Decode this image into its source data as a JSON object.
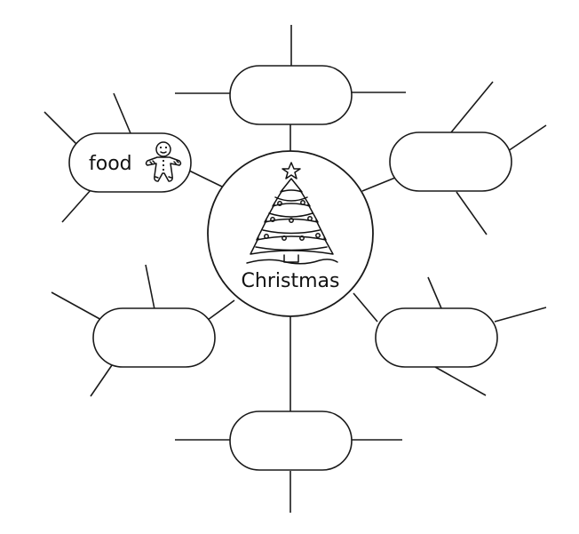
{
  "hub": {
    "label": "Christmas",
    "icon": "christmas-tree-icon"
  },
  "nodes": [
    {
      "id": "top",
      "label": ""
    },
    {
      "id": "upper-left",
      "label": "food",
      "icon": "gingerbread-man-icon"
    },
    {
      "id": "upper-right",
      "label": ""
    },
    {
      "id": "lower-left",
      "label": ""
    },
    {
      "id": "lower-right",
      "label": ""
    },
    {
      "id": "bottom",
      "label": ""
    }
  ],
  "colors": {
    "stroke": "#1a1a1a",
    "background": "#ffffff"
  }
}
